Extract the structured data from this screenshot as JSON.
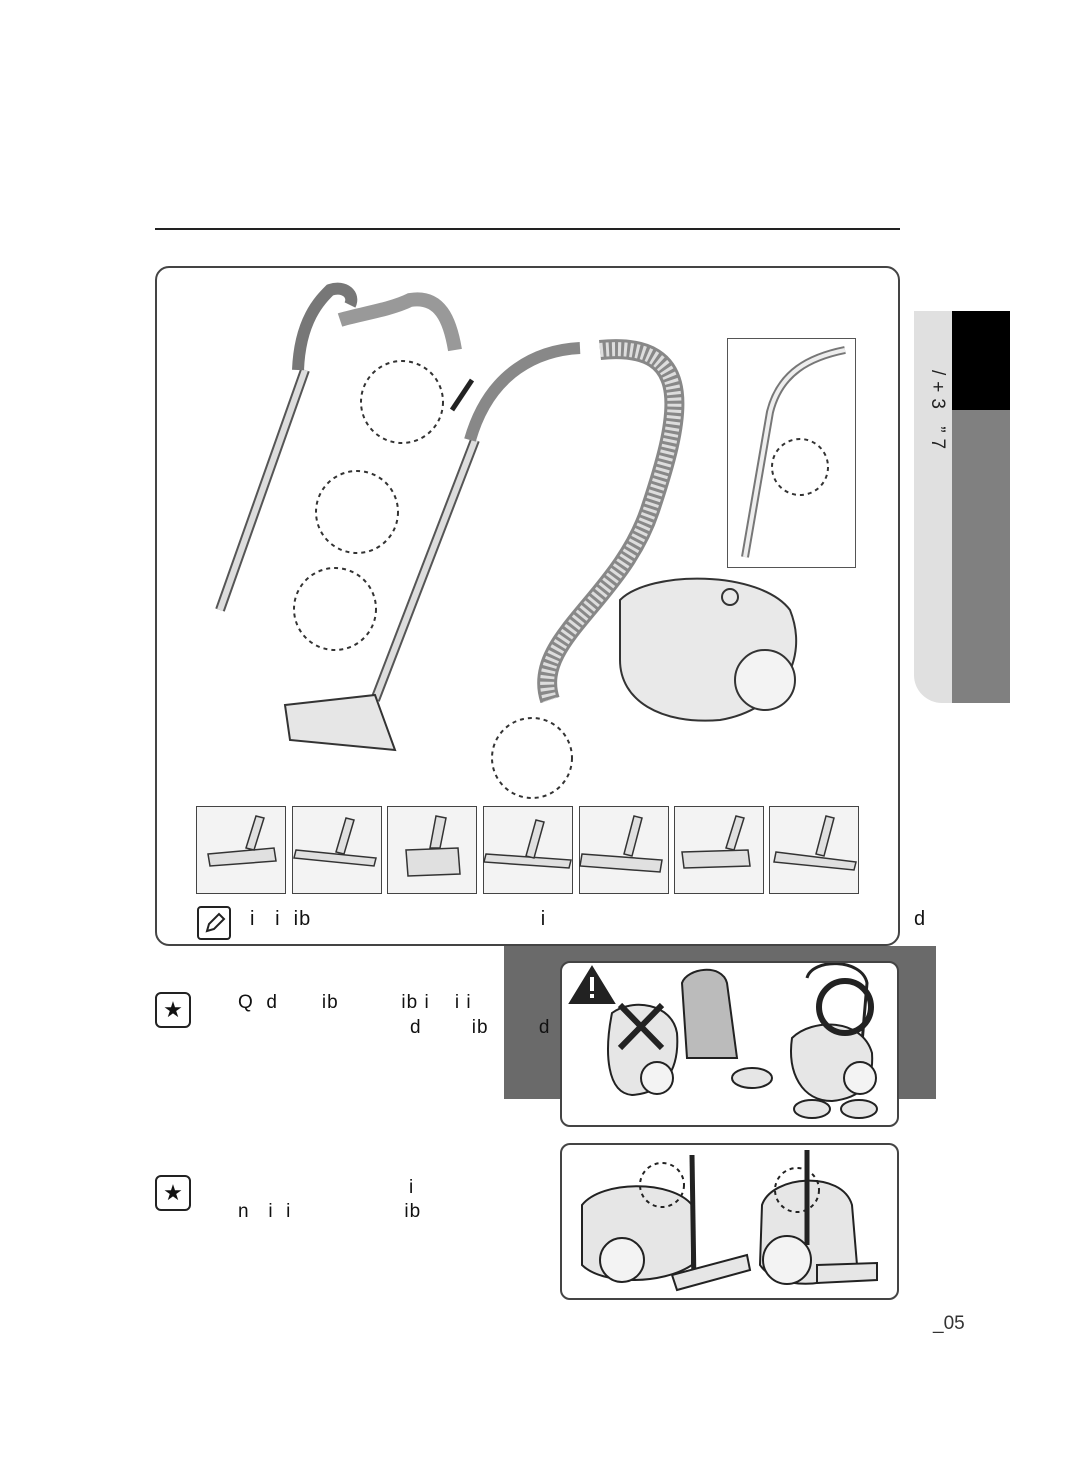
{
  "side_tab": {
    "label": "/+3 ”7"
  },
  "note": {
    "text": "i   i  ib                                   i",
    "tail": "d"
  },
  "warning1": {
    "line1": "Q  d       ib          ib i    i i",
    "line2": "d        ib        d"
  },
  "warning2": {
    "line1": "i",
    "line2": "n   i  i                  ib"
  },
  "page": {
    "number": "_05"
  },
  "icons": {
    "note": "pencil-note-icon",
    "caution": "caution-star-icon",
    "warning": "warning-triangle-icon"
  }
}
